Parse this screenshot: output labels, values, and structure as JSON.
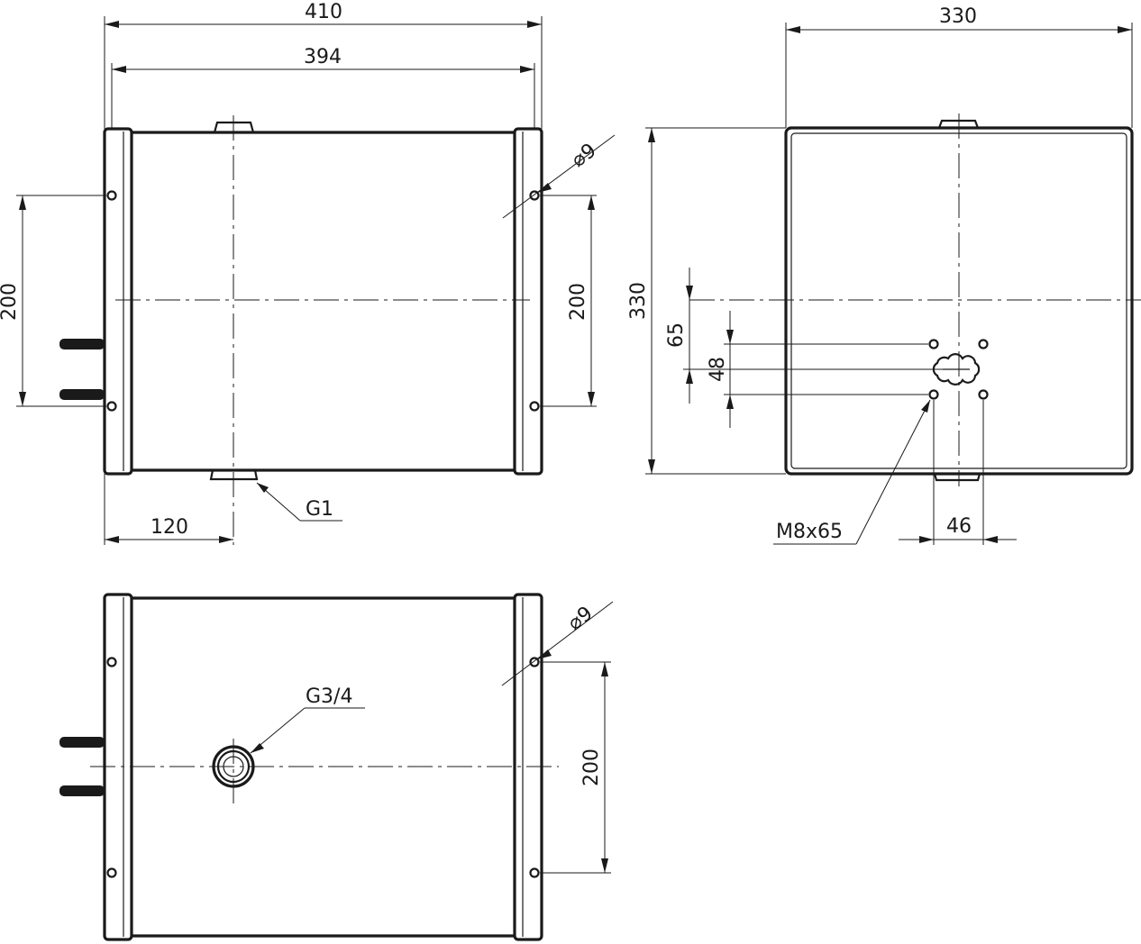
{
  "colors": {
    "line": "#1a1a1a",
    "background": "#ffffff"
  },
  "views": {
    "front": {
      "overall_width": "410",
      "body_width": "394",
      "left_hole_spacing": "200",
      "right_hole_spacing": "200",
      "outlet_offset": "120",
      "outlet_thread": "G1",
      "mount_hole_diameter": "⌀9"
    },
    "side": {
      "width": "330",
      "height": "330",
      "bracket_offset": "65",
      "bracket_pitch": "48",
      "bolt_spacing": "46",
      "bolt_spec": "M8x65"
    },
    "top": {
      "inlet_thread": "G3/4",
      "mount_hole_diameter": "⌀9",
      "right_hole_spacing": "200"
    }
  }
}
